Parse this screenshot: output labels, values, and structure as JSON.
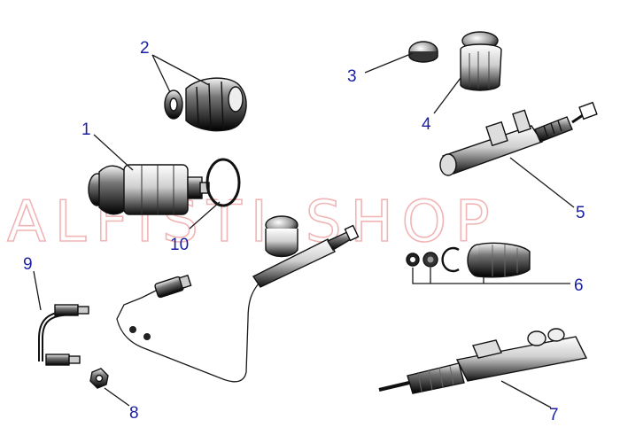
{
  "watermark": "ALFISTI-SHOP",
  "colors": {
    "callout_text": "#1a1fa0",
    "watermark": "#f2b5b5",
    "ink": "#111111"
  },
  "callouts": [
    {
      "id": "1",
      "label": "1"
    },
    {
      "id": "2",
      "label": "2"
    },
    {
      "id": "3",
      "label": "3"
    },
    {
      "id": "4",
      "label": "4"
    },
    {
      "id": "5",
      "label": "5"
    },
    {
      "id": "6",
      "label": "6"
    },
    {
      "id": "7",
      "label": "7"
    },
    {
      "id": "8",
      "label": "8"
    },
    {
      "id": "9",
      "label": "9"
    },
    {
      "id": "10",
      "label": "10"
    }
  ]
}
